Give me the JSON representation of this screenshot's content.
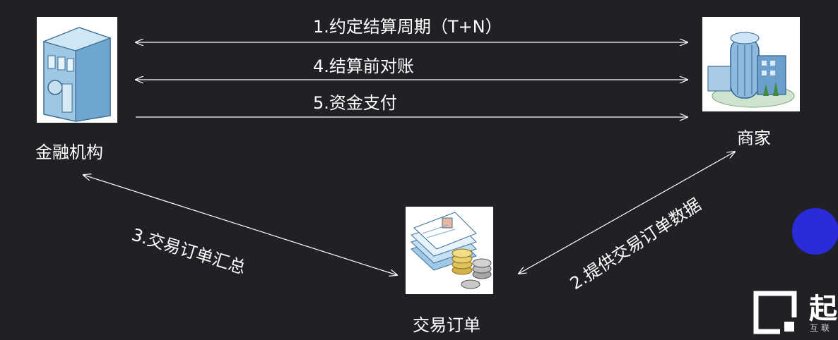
{
  "nodes": {
    "financial": {
      "label": "金融机构",
      "icon": "bank-building-icon"
    },
    "merchant": {
      "label": "商家",
      "icon": "office-building-icon"
    },
    "orders": {
      "label": "交易订单",
      "icon": "documents-coins-icon"
    }
  },
  "edges": {
    "settlement_cycle": "1.约定结算周期（T+N）",
    "provide_data": "2.提供交易订单数据",
    "order_summary": "3.交易订单汇总",
    "reconcile": "4.结算前对账",
    "payment": "5.资金支付"
  },
  "watermark": {
    "logo_text": "起",
    "sub_text": "互 联"
  },
  "colors": {
    "background": "#202124",
    "accent_dot": "#2a2ad8",
    "line": "#ffffff"
  }
}
